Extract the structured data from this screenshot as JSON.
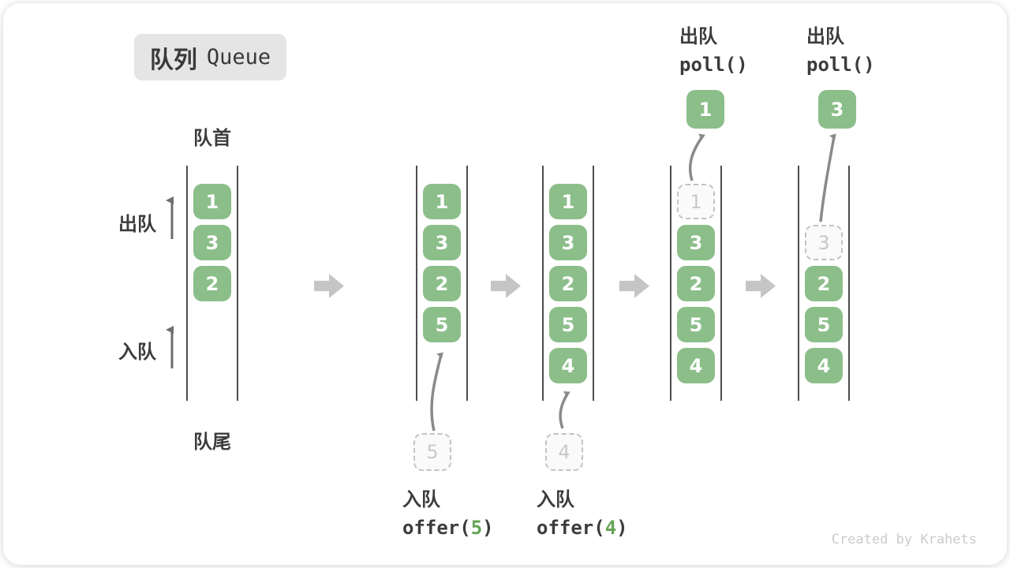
{
  "title": {
    "zh": "队列",
    "en": "Queue"
  },
  "labels": {
    "front": "队首",
    "rear": "队尾",
    "dequeue": "出队",
    "enqueue": "入队"
  },
  "columns": [
    {
      "id": 1,
      "boxes": [
        {
          "slot": 1,
          "value": "1",
          "style": "solid"
        },
        {
          "slot": 2,
          "value": "3",
          "style": "solid"
        },
        {
          "slot": 3,
          "value": "2",
          "style": "solid"
        }
      ]
    },
    {
      "id": 2,
      "boxes": [
        {
          "slot": 1,
          "value": "1",
          "style": "solid"
        },
        {
          "slot": 2,
          "value": "3",
          "style": "solid"
        },
        {
          "slot": 3,
          "value": "2",
          "style": "solid"
        },
        {
          "slot": 4,
          "value": "5",
          "style": "solid"
        }
      ]
    },
    {
      "id": 3,
      "boxes": [
        {
          "slot": 1,
          "value": "1",
          "style": "solid"
        },
        {
          "slot": 2,
          "value": "3",
          "style": "solid"
        },
        {
          "slot": 3,
          "value": "2",
          "style": "solid"
        },
        {
          "slot": 4,
          "value": "5",
          "style": "solid"
        },
        {
          "slot": 5,
          "value": "4",
          "style": "solid"
        }
      ]
    },
    {
      "id": 4,
      "boxes": [
        {
          "slot": 1,
          "value": "1",
          "style": "dashed"
        },
        {
          "slot": 2,
          "value": "3",
          "style": "solid"
        },
        {
          "slot": 3,
          "value": "2",
          "style": "solid"
        },
        {
          "slot": 4,
          "value": "5",
          "style": "solid"
        },
        {
          "slot": 5,
          "value": "4",
          "style": "solid"
        }
      ]
    },
    {
      "id": 5,
      "boxes": [
        {
          "slot": 2,
          "value": "3",
          "style": "dashed"
        },
        {
          "slot": 3,
          "value": "2",
          "style": "solid"
        },
        {
          "slot": 4,
          "value": "5",
          "style": "solid"
        },
        {
          "slot": 5,
          "value": "4",
          "style": "solid"
        }
      ]
    }
  ],
  "enqueue_ops": [
    {
      "label": "入队",
      "fn": "offer(",
      "arg": "5",
      "close": ")",
      "staged_value": "5"
    },
    {
      "label": "入队",
      "fn": "offer(",
      "arg": "4",
      "close": ")",
      "staged_value": "4"
    }
  ],
  "dequeue_ops": [
    {
      "label": "出队",
      "code": "poll()",
      "value": "1"
    },
    {
      "label": "出队",
      "code": "poll()",
      "value": "3"
    }
  ],
  "watermark": "Created by Krahets",
  "colors": {
    "box_green": "#8CBE8A",
    "arg_green": "#64A455",
    "channel_line": "#4d4d4d",
    "block_arrow": "#c5c5c5",
    "curve_arrow": "#8a8a8a",
    "dashed_border": "#c2c2c2",
    "badge_bg": "#e5e5e5",
    "text": "#3c3c3c",
    "watermark": "#cbcbcb"
  }
}
